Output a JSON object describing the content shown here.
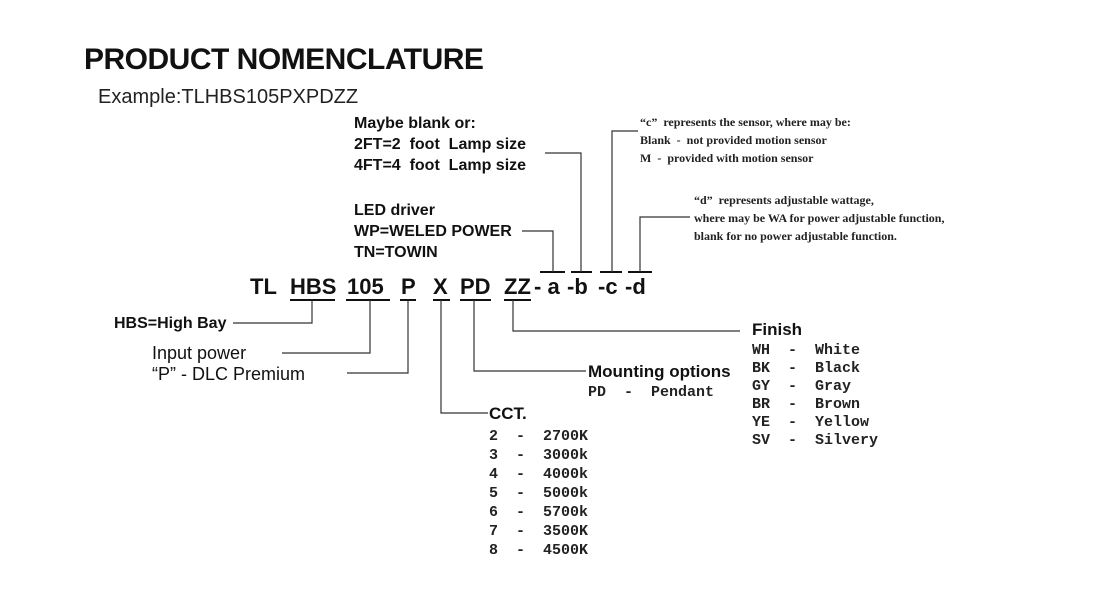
{
  "title": "PRODUCT NOMENCLATURE",
  "example": "Example:TLHBS105PXPDZZ",
  "code": {
    "tl": "TL",
    "hbs": "HBS",
    "n105": "105",
    "p": "P",
    "x": "X",
    "pd": "PD",
    "zz": "ZZ",
    "a": "- a",
    "b": "-b",
    "c": "-c",
    "d": "-d"
  },
  "lamp_size": {
    "line1": "Maybe blank or:",
    "line2": "2FT=2  foot  Lamp size",
    "line3": "4FT=4  foot  Lamp size"
  },
  "led_driver": {
    "line1": "LED driver",
    "line2": "WP=WELED POWER",
    "line3": "TN=TOWIN"
  },
  "sensor": {
    "line1": "“c”  represents the sensor, where may be:",
    "line2": "Blank  -  not provided motion sensor",
    "line3": "M  -  provided with motion sensor"
  },
  "wattage": {
    "line1": "“d”  represents adjustable wattage,",
    "line2": "where may be WA for power adjustable function,",
    "line3": "blank for no power adjustable function."
  },
  "hbs_label": "HBS=High Bay",
  "input_power": "Input power",
  "dlc_label": "“P” - DLC Premium",
  "mounting": {
    "title": "Mounting options",
    "item": "PD  -  Pendant"
  },
  "cct": {
    "title": "CCT.",
    "items": [
      "2  -  2700K",
      "3  -  3000k",
      "4  -  4000k",
      "5  -  5000k",
      "6  -  5700k",
      "7  -  3500K",
      "8  -  4500K"
    ]
  },
  "finish": {
    "title": "Finish",
    "items": [
      "WH  -  White",
      "BK  -  Black",
      "GY  -  Gray",
      "BR  -  Brown",
      "YE  -  Yellow",
      "SV  -  Silvery"
    ]
  }
}
